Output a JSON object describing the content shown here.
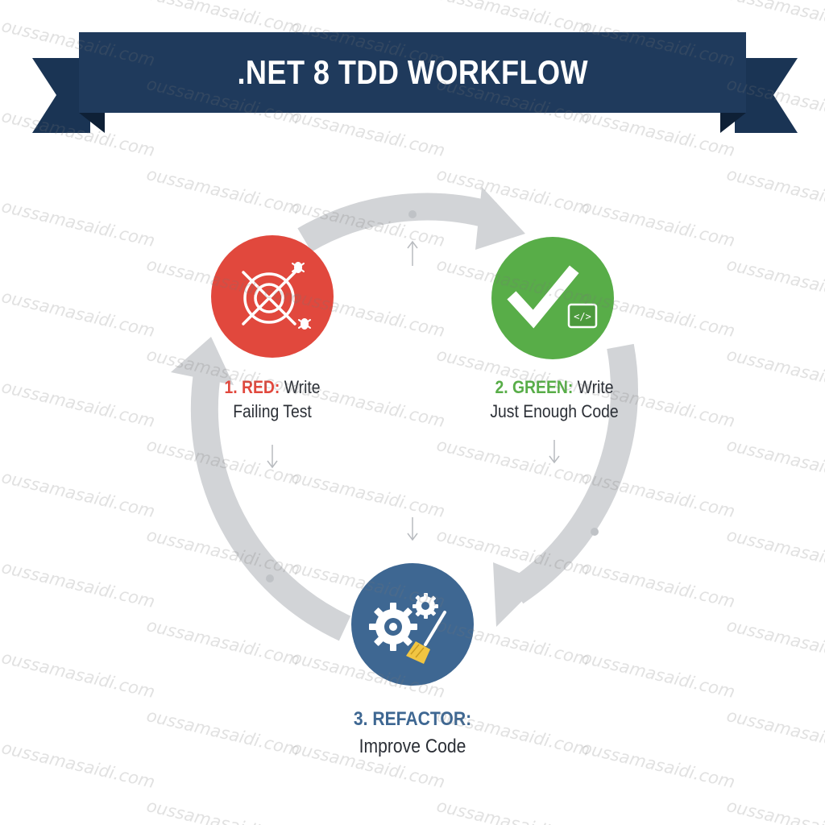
{
  "title": ".NET 8 TDD WORKFLOW",
  "watermark": "oussamasaidi.com",
  "colors": {
    "banner": "#1f3a5c",
    "banner_dark": "#122841",
    "red": "#e1483d",
    "green": "#58ad48",
    "blue": "#3e6792",
    "ring": "#d2d4d7"
  },
  "steps": [
    {
      "id": "red",
      "number_label": "1. RED:",
      "line1_rest": " Write",
      "line2": "Failing Test",
      "icon": "crossed-target-bug-icon",
      "color": "#e1483d"
    },
    {
      "id": "green",
      "number_label": "2. GREEN:",
      "line1_rest": " Write",
      "line2": "Just Enough Code",
      "icon": "checkmark-code-icon",
      "color": "#58ad48"
    },
    {
      "id": "refactor",
      "number_label": "3. REFACTOR:",
      "line1_rest": "",
      "line2": "Improve Code",
      "icon": "gears-broom-icon",
      "color": "#3e6792"
    }
  ]
}
